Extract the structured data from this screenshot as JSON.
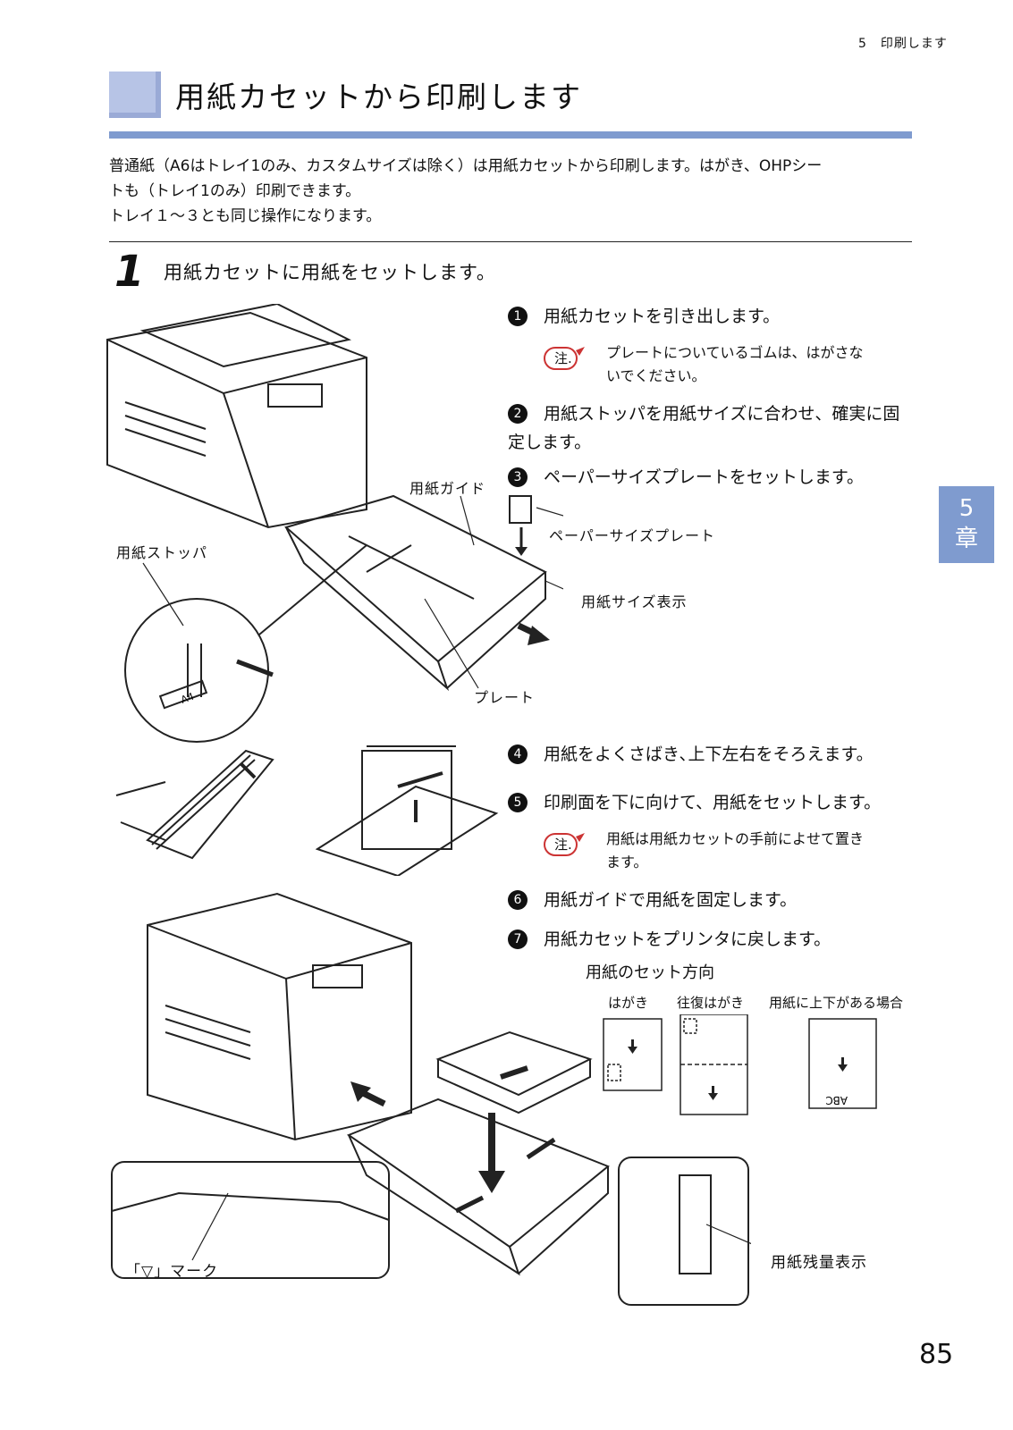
{
  "header": {
    "chapter_label": "5　印刷します"
  },
  "title": "用紙カセットから印刷します",
  "intro": [
    "普通紙（A6はトレイ1のみ、カスタムサイズは除く）は用紙カセットから印刷します。はがき、OHPシー",
    "トも（トレイ1のみ）印刷できます。",
    "トレイ１～３とも同じ操作になります。"
  ],
  "step": {
    "number": "1",
    "text": "用紙カセットに用紙をセットします。"
  },
  "substeps": [
    {
      "num": "1",
      "text": "用紙カセットを引き出します。"
    },
    {
      "num": "2",
      "text": "用紙ストッパを用紙サイズに合わせ、確実に固定します。"
    },
    {
      "num": "3",
      "text": "ペーパーサイズプレートをセットします。"
    },
    {
      "num": "4",
      "text": "用紙をよくさばき､上下左右をそろえます。"
    },
    {
      "num": "5",
      "text": "印刷面を下に向けて、用紙をセットします。"
    },
    {
      "num": "6",
      "text": "用紙ガイドで用紙を固定します。"
    },
    {
      "num": "7",
      "text": "用紙カセットをプリンタに戻します。"
    }
  ],
  "notes": [
    {
      "badge": "注.",
      "line1": "プレートについているゴムは、はがさな",
      "line2": "いでください。"
    },
    {
      "badge": "注.",
      "line1": "用紙は用紙カセットの手前によせて置き",
      "line2": "ます。"
    }
  ],
  "labels": {
    "paper_guide": "用紙ガイド",
    "paper_stopper": "用紙ストッパ",
    "paper_size_plate": "ペーパーサイズプレート",
    "paper_size_indicator": "用紙サイズ表示",
    "plate": "プレート",
    "a4": "A4",
    "triangle_mark": "「▽」マーク",
    "paper_level": "用紙残量表示"
  },
  "direction": {
    "title": "用紙のセット方向",
    "postcard": "はがき",
    "reply_postcard": "往復はがき",
    "oriented_paper": "用紙に上下がある場合",
    "sample_text": "ABC"
  },
  "side_tab": {
    "number": "5",
    "label": "章"
  },
  "page_number": "85"
}
